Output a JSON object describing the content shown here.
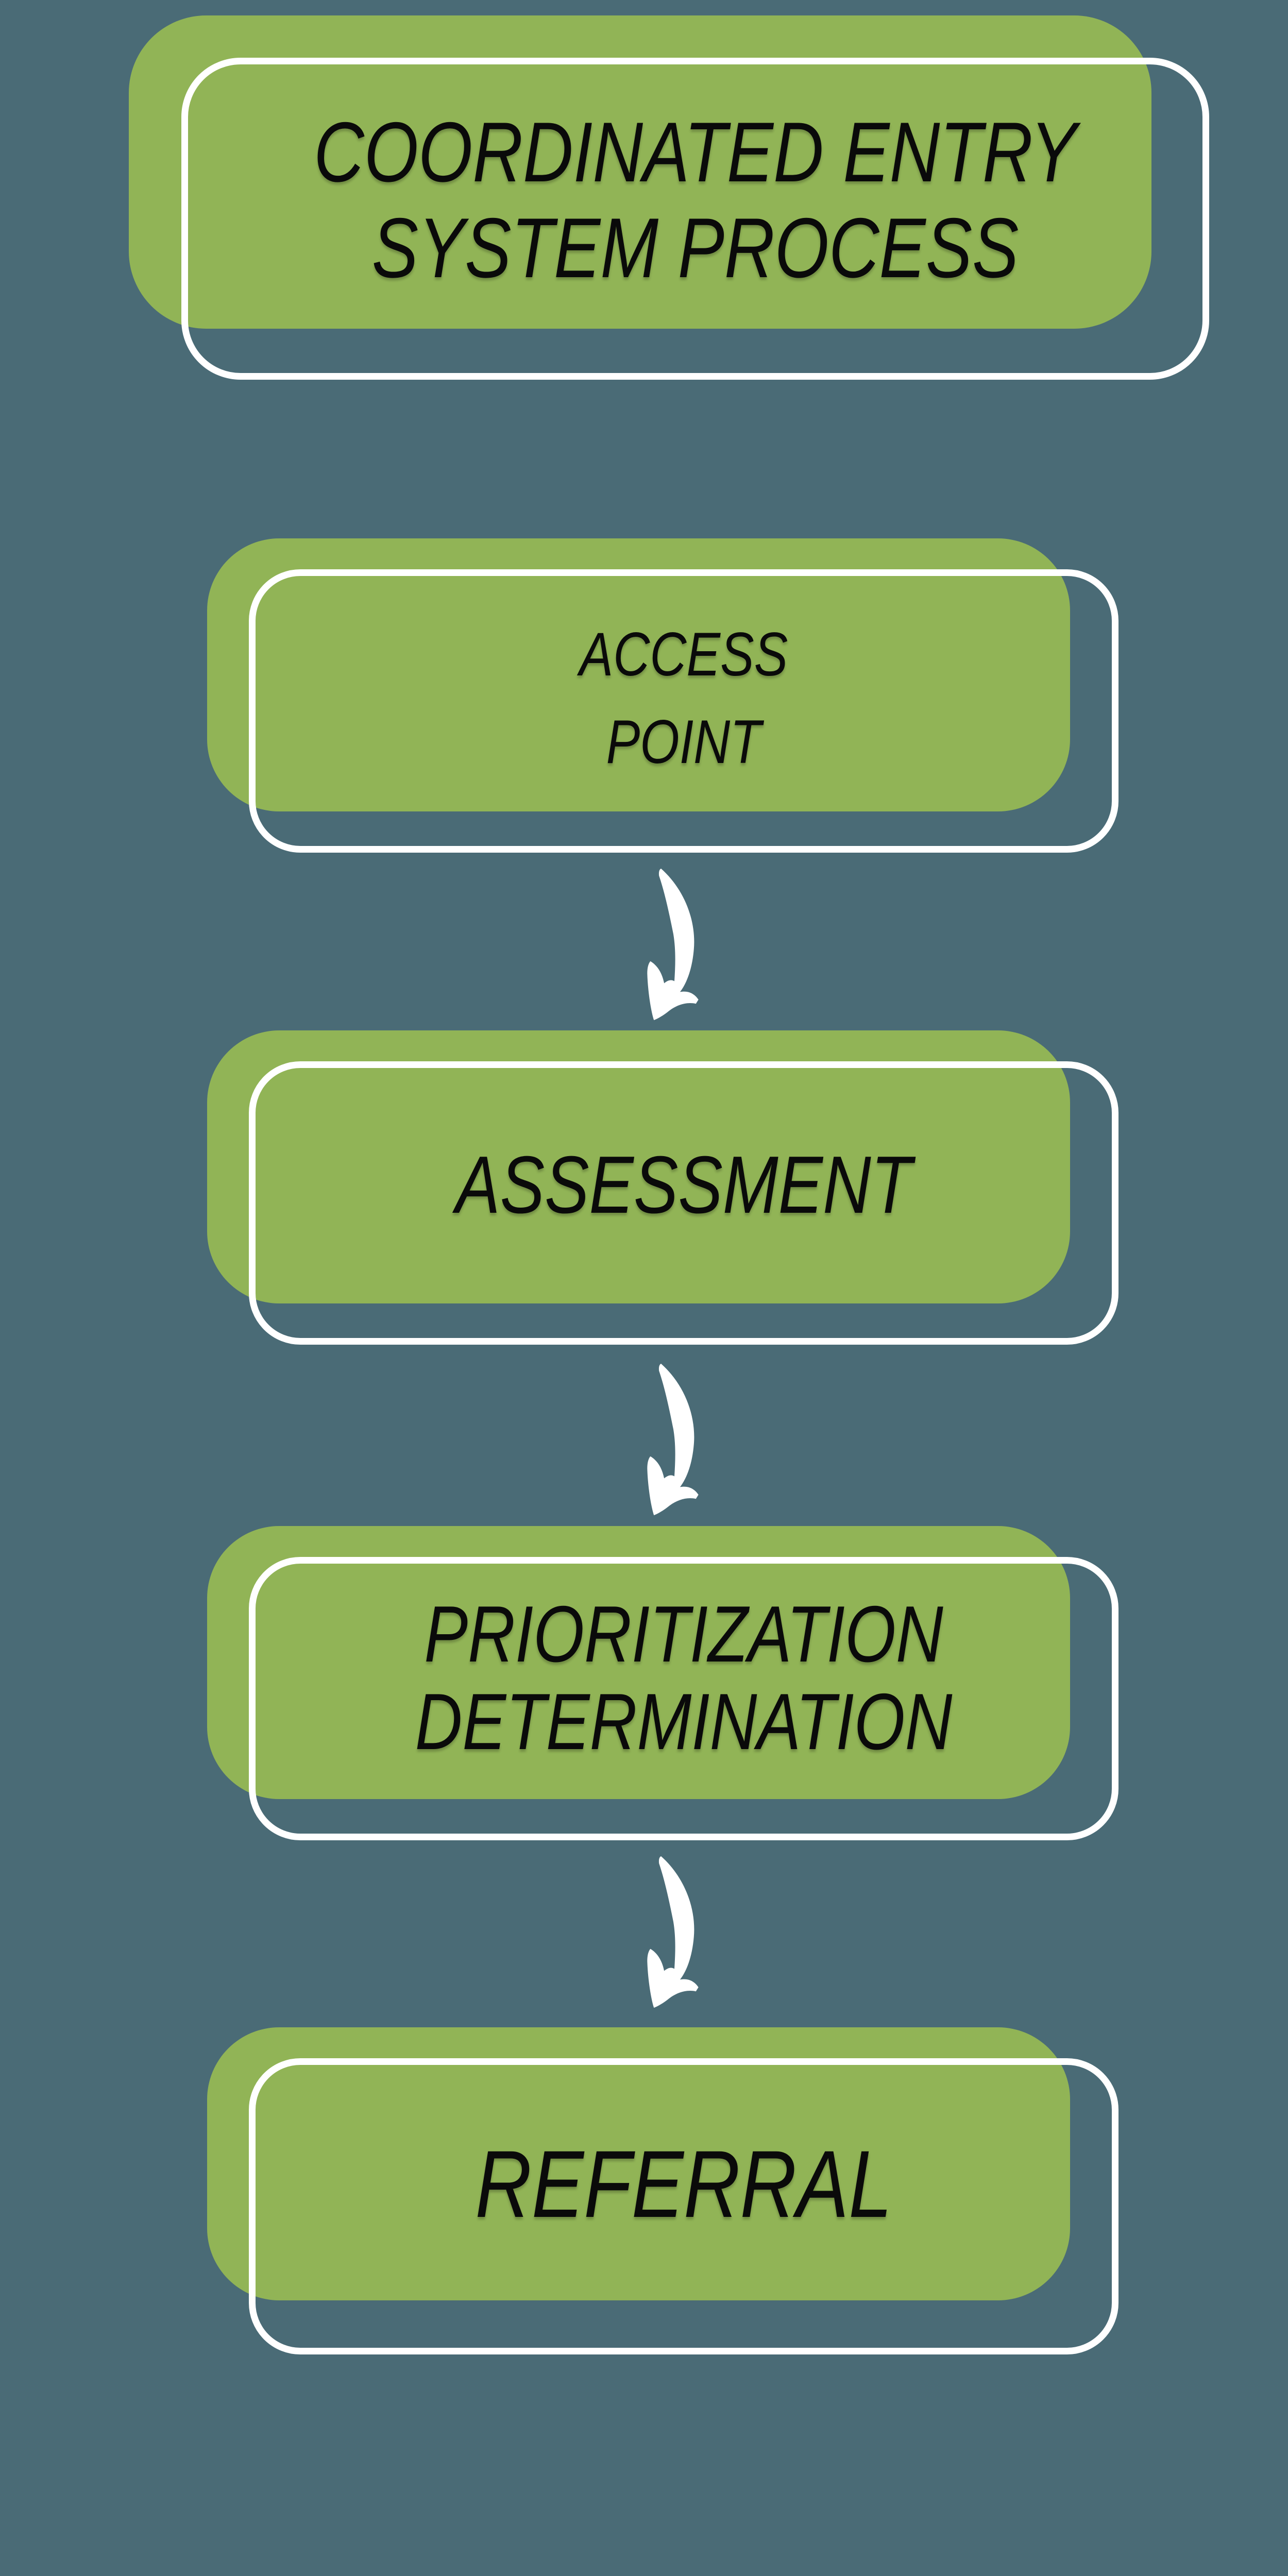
{
  "diagram": {
    "title": {
      "line1": "COORDINATED ENTRY",
      "line2": "SYSTEM PROCESS"
    },
    "nodes": [
      {
        "id": "access-point",
        "line1": "ACCESS",
        "line2": "POINT"
      },
      {
        "id": "assessment",
        "line1": "ASSESSMENT"
      },
      {
        "id": "prioritization-determination",
        "line1": "PRIORITIZATION",
        "line2": "DETERMINATION"
      },
      {
        "id": "referral",
        "line1": "REFERRAL"
      }
    ],
    "flow_order": [
      "Access Point",
      "Assessment",
      "Prioritization Determination",
      "Referral"
    ],
    "connector_icon": "curved-down-arrow"
  },
  "colors": {
    "background": "#4a6b76",
    "box-green": "#91b456",
    "outline-white": "#ffffff",
    "text-black": "#0a0a0a"
  }
}
